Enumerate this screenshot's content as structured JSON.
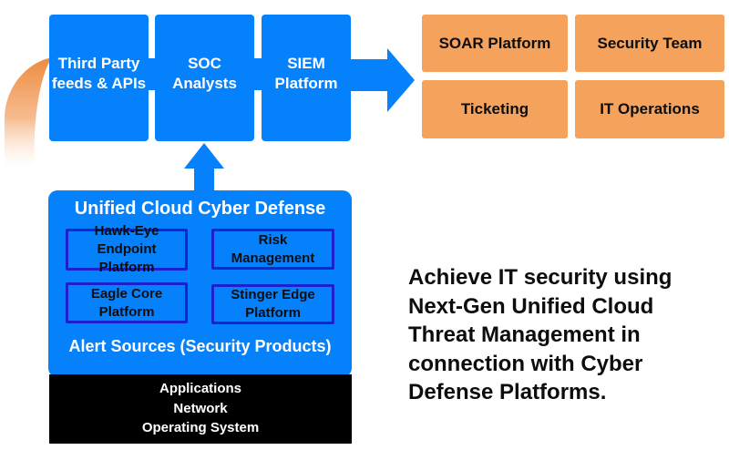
{
  "colors": {
    "blue": "#0681fc",
    "navy": "#1b21cf",
    "orange": "#f5a25c",
    "ink": "#0d0d0d",
    "white": "#ffffff",
    "black": "#000000",
    "arc_orange": "#ed8a3d"
  },
  "pipeline": {
    "boxes": [
      {
        "label": "Third Party\nfeeds & APIs"
      },
      {
        "label": "SOC\nAnalysts"
      },
      {
        "label": "SIEM\nPlatform"
      }
    ]
  },
  "destinations": [
    {
      "label": "SOAR Platform"
    },
    {
      "label": "Security Team"
    },
    {
      "label": "Ticketing"
    },
    {
      "label": "IT Operations"
    }
  ],
  "defense": {
    "title": "Unified Cloud Cyber Defense",
    "modules": [
      {
        "label": "Hawk-Eye\nEndpoint Platform"
      },
      {
        "label": "Risk\nManagement"
      },
      {
        "label": "Eagle Core\nPlatform"
      },
      {
        "label": "Stinger Edge\nPlatform"
      }
    ],
    "footer": "Alert Sources (Security Products)"
  },
  "infrastructure": {
    "lines": [
      "Applications",
      "Network",
      "Operating System"
    ]
  },
  "caption": {
    "lines": [
      "Achieve IT security using",
      "Next-Gen Unified Cloud",
      "Threat Management in",
      "connection with Cyber",
      "Defense Platforms."
    ]
  }
}
